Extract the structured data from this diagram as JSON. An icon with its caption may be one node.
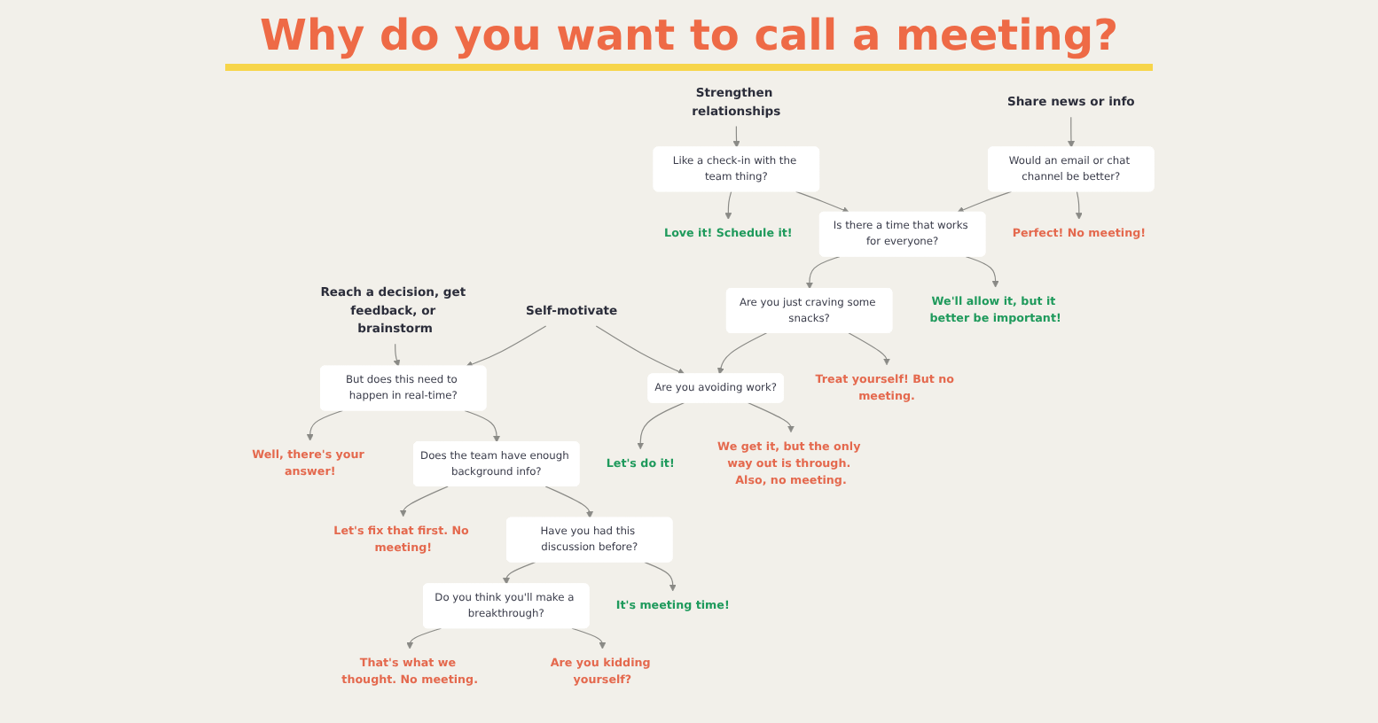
{
  "diagram": {
    "title": "Why do you want to call a meeting?",
    "nodes": [
      {
        "text": [
          "Reach a decision, get feedback, or brainstorm"
        ]
      },
      {
        "text": [
          "Self-motivate"
        ]
      },
      {
        "text": [
          "Strengthen relationships"
        ]
      },
      {
        "text": [
          "Share news or info"
        ]
      },
      {
        "text": [
          "But does this need to happen in real-time?"
        ]
      },
      {
        "text": [
          "Well, there's your answer!"
        ]
      },
      {
        "text": [
          "Does the team have enough background info?"
        ]
      },
      {
        "text": [
          "Let's fix that first. No meeting!"
        ]
      },
      {
        "text": [
          "Have you had this discussion before?"
        ]
      },
      {
        "text": [
          "Do you think you'll make a breakthrough?"
        ]
      },
      {
        "text": [
          "It's meeting time!"
        ]
      },
      {
        "text": [
          "That's what we thought. No meeting."
        ]
      },
      {
        "text": [
          "Are you kidding yourself?"
        ]
      },
      {
        "text": [
          "Like a check-in with the team thing?"
        ]
      },
      {
        "text": [
          "Would an email or chat channel be better?"
        ]
      },
      {
        "text": [
          "Love it! Schedule it!"
        ]
      },
      {
        "text": [
          "Is there a time that works for everyone?"
        ]
      },
      {
        "text": [
          "Perfect! No meeting!"
        ]
      },
      {
        "text": [
          "Are you just craving some snacks?"
        ]
      },
      {
        "text": [
          "We'll allow it, but it better be important!"
        ]
      },
      {
        "text": [
          "Treat yourself! But no meeting."
        ]
      },
      {
        "text": [
          "Are you avoiding work?"
        ]
      },
      {
        "text": [
          "Let's do it!"
        ]
      },
      {
        "text": [
          "We get it, but the only way out is through. Also, no meeting."
        ]
      }
    ],
    "edges": [
      {
        "from": 0,
        "to": 4,
        "arrow": "to"
      },
      {
        "from": 1,
        "to": 4,
        "arrow": "to"
      },
      {
        "from": 1,
        "to": 21,
        "arrow": "to"
      },
      {
        "from": 4,
        "to": 5,
        "arrow": "to"
      },
      {
        "from": 4,
        "to": 6,
        "arrow": "to"
      },
      {
        "from": 6,
        "to": 7,
        "arrow": "to"
      },
      {
        "from": 6,
        "to": 8,
        "arrow": "to"
      },
      {
        "from": 8,
        "to": 9,
        "arrow": "to"
      },
      {
        "from": 8,
        "to": 10,
        "arrow": "to"
      },
      {
        "from": 9,
        "to": 11,
        "arrow": "to"
      },
      {
        "from": 9,
        "to": 12,
        "arrow": "to"
      },
      {
        "from": 2,
        "to": 13,
        "arrow": "to"
      },
      {
        "from": 3,
        "to": 14,
        "arrow": "to"
      },
      {
        "from": 13,
        "to": 15,
        "arrow": "to"
      },
      {
        "from": 13,
        "to": 16,
        "arrow": "to"
      },
      {
        "from": 14,
        "to": 16,
        "arrow": "to"
      },
      {
        "from": 14,
        "to": 17,
        "arrow": "to"
      },
      {
        "from": 16,
        "to": 18,
        "arrow": "to"
      },
      {
        "from": 16,
        "to": 19,
        "arrow": "to"
      },
      {
        "from": 18,
        "to": 21,
        "arrow": "to"
      },
      {
        "from": 18,
        "to": 20,
        "arrow": "to"
      },
      {
        "from": 21,
        "to": 22,
        "arrow": "to"
      },
      {
        "from": 21,
        "to": 23,
        "arrow": "to"
      }
    ]
  }
}
